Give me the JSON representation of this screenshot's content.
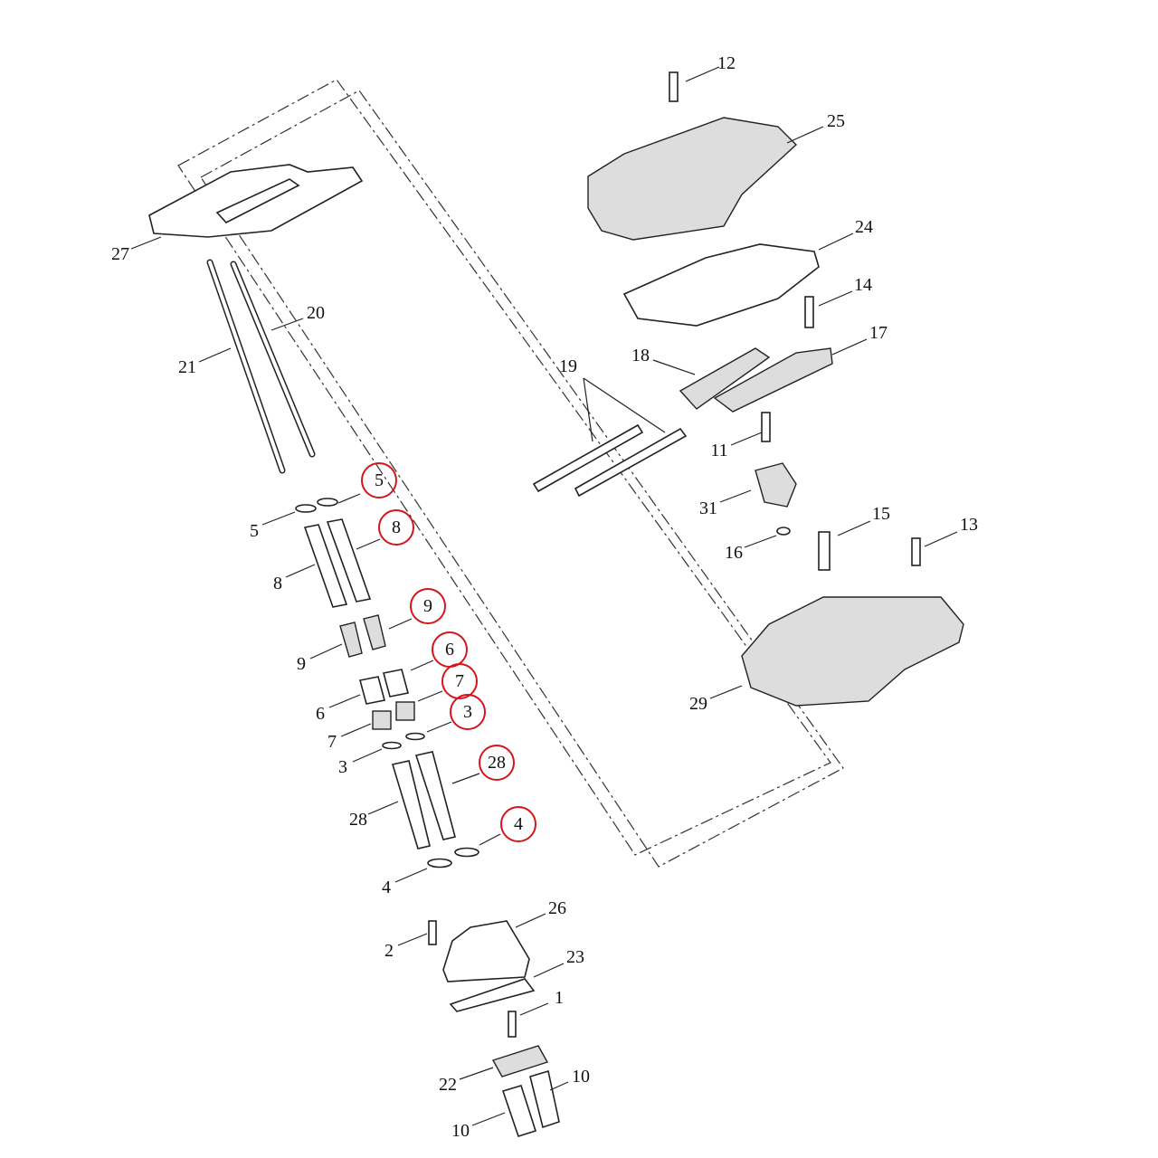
{
  "diagram": {
    "title": "Rocker arm / pushrod exploded view",
    "highlight_color": "#d4161c",
    "callouts": {
      "c1": "1",
      "c2": "2",
      "c3": "3",
      "c4": "4",
      "c5": "5",
      "c6": "6",
      "c7": "7",
      "c8": "8",
      "c9": "9",
      "c10a": "10",
      "c10b": "10",
      "c11": "11",
      "c12": "12",
      "c13": "13",
      "c14": "14",
      "c15": "15",
      "c16": "16",
      "c17": "17",
      "c18": "18",
      "c19": "19",
      "c20": "20",
      "c21": "21",
      "c22": "22",
      "c23": "23",
      "c24": "24",
      "c25": "25",
      "c26": "26",
      "c27": "27",
      "c28": "28",
      "c29": "29",
      "c31": "31"
    },
    "highlighted": {
      "h5": "5",
      "h8": "8",
      "h9": "9",
      "h6": "6",
      "h7": "7",
      "h3": "3",
      "h28": "28",
      "h4": "4"
    }
  }
}
